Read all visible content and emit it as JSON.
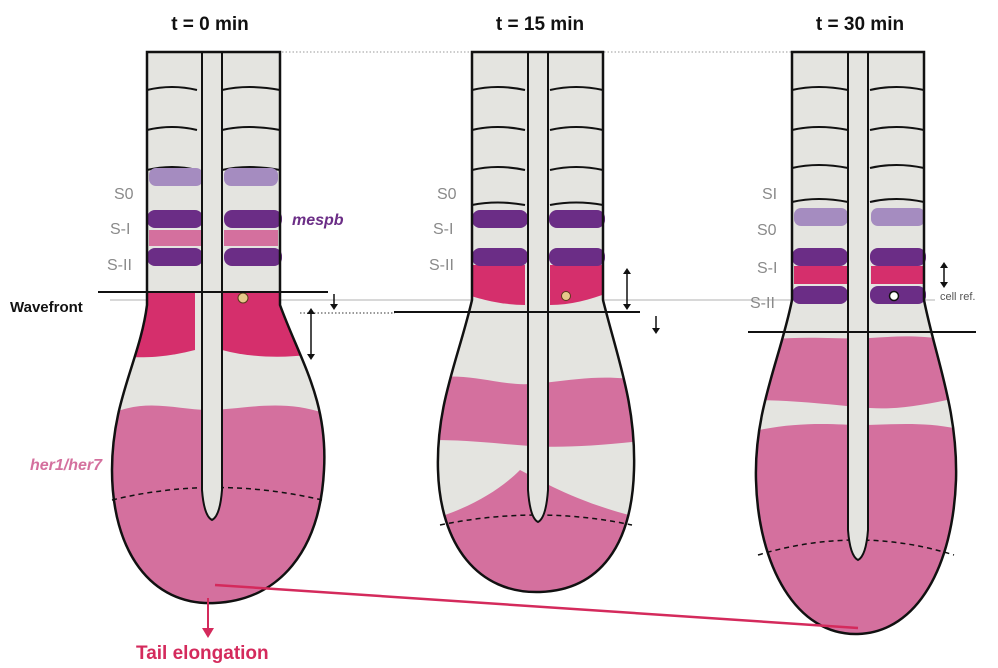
{
  "titles": {
    "t0": "t = 0 min",
    "t15": "t = 15 min",
    "t30": "t = 30 min"
  },
  "segments": {
    "panel1": [
      "S0",
      "S-I",
      "S-II"
    ],
    "panel2": [
      "S0",
      "S-I",
      "S-II"
    ],
    "panel3": [
      "SI",
      "S0",
      "S-I",
      "S-II"
    ]
  },
  "labels": {
    "mespb": "mespb",
    "her": "her1/her7",
    "wavefront": "Wavefront",
    "cell_ref": "cell ref.",
    "tail_elongation": "Tail elongation"
  },
  "colors": {
    "tissue": "#e4e4e0",
    "outline": "#111111",
    "mespb_purple": "#6b2d86",
    "light_purple": "#a58cc0",
    "her_pink": "#d4709e",
    "magenta": "#d52f6c",
    "cell": "#e6c98a",
    "tail_red": "#d42a5c",
    "gene_purple": "#6b2d86",
    "gene_pink": "#d4709e"
  }
}
